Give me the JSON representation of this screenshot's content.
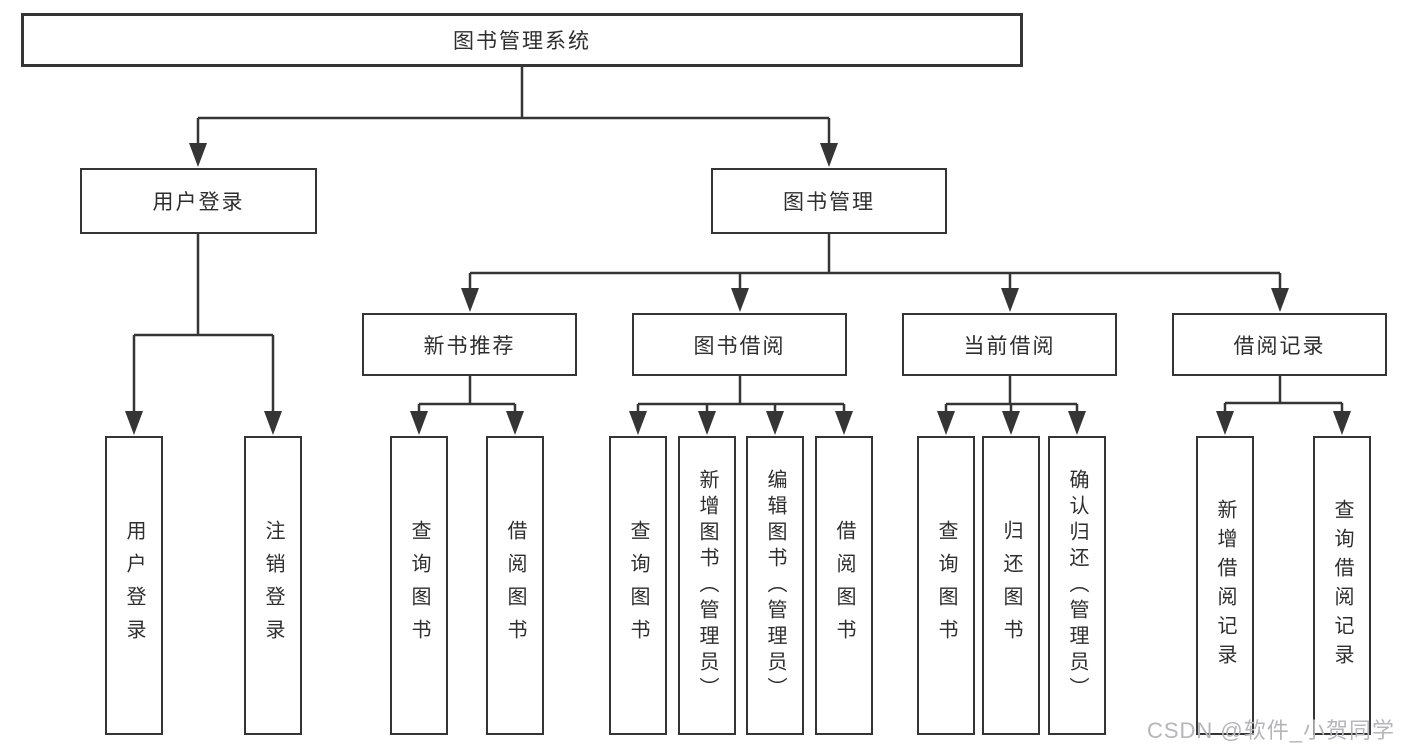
{
  "tree": {
    "root": "图书管理系统",
    "branches": [
      {
        "label": "用户登录",
        "children": [
          "用户登录",
          "注销登录"
        ]
      },
      {
        "label": "图书管理",
        "children": [
          {
            "label": "新书推荐",
            "children": [
              "查询图书",
              "借阅图书"
            ]
          },
          {
            "label": "图书借阅",
            "children": [
              "查询图书",
              "新增图书（管理员）",
              "编辑图书（管理员）",
              "借阅图书"
            ]
          },
          {
            "label": "当前借阅",
            "children": [
              "查询图书",
              "归还图书",
              "确认归还（管理员）"
            ]
          },
          {
            "label": "借阅记录",
            "children": [
              "新增借阅记录",
              "查询借阅记录"
            ]
          }
        ]
      }
    ]
  },
  "watermark": {
    "text": "CSDN @软件_小贺同学"
  },
  "colors": {
    "line": "#353535",
    "box_border": "#353535",
    "text": "#2e2e2e",
    "background": "#ffffff",
    "watermark": "#b5b5ba"
  }
}
